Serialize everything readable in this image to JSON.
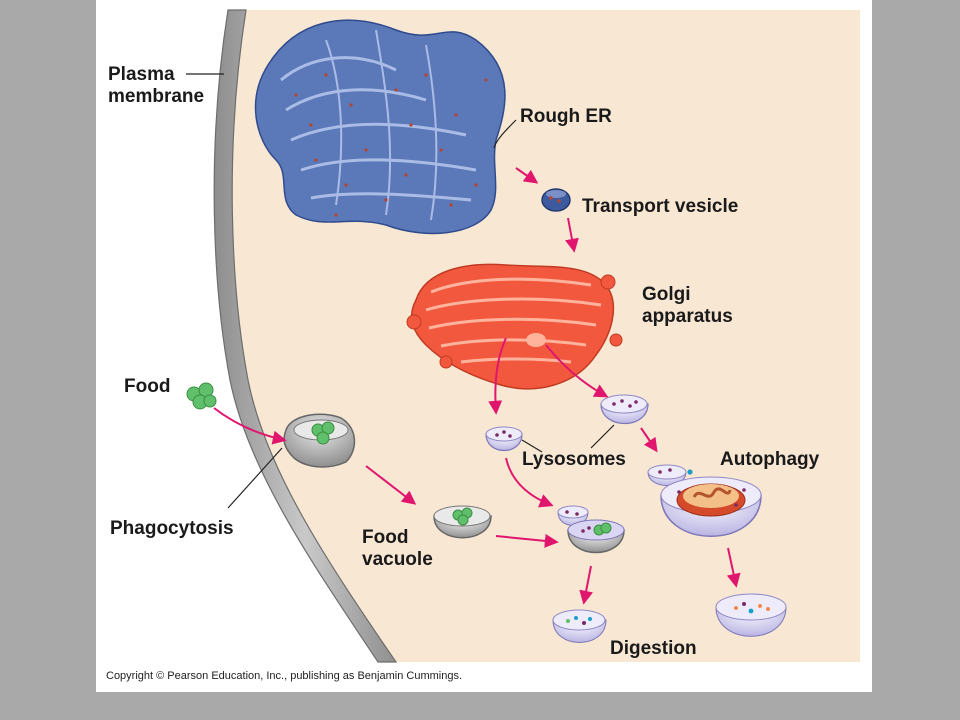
{
  "labels": {
    "plasma_membrane": [
      "Plasma",
      "membrane"
    ],
    "rough_er": "Rough ER",
    "transport_vesicle": "Transport vesicle",
    "golgi_apparatus": [
      "Golgi",
      "apparatus"
    ],
    "food": "Food",
    "lysosomes": "Lysosomes",
    "autophagy": "Autophagy",
    "phagocytosis": "Phagocytosis",
    "food_vacuole": [
      "Food",
      "vacuole"
    ],
    "digestion": "Digestion"
  },
  "copyright": "Copyright © Pearson Education, Inc., publishing as Benjamin Cummings.",
  "colors": {
    "cytoplasm": "#f8e7d3",
    "membrane": "#a8a8a8",
    "rough_er": "#5b78b8",
    "golgi": "#f2583e",
    "arrow": "#e0166e",
    "lysosome": "#c8c4ea",
    "food": "#5fbf6a"
  }
}
